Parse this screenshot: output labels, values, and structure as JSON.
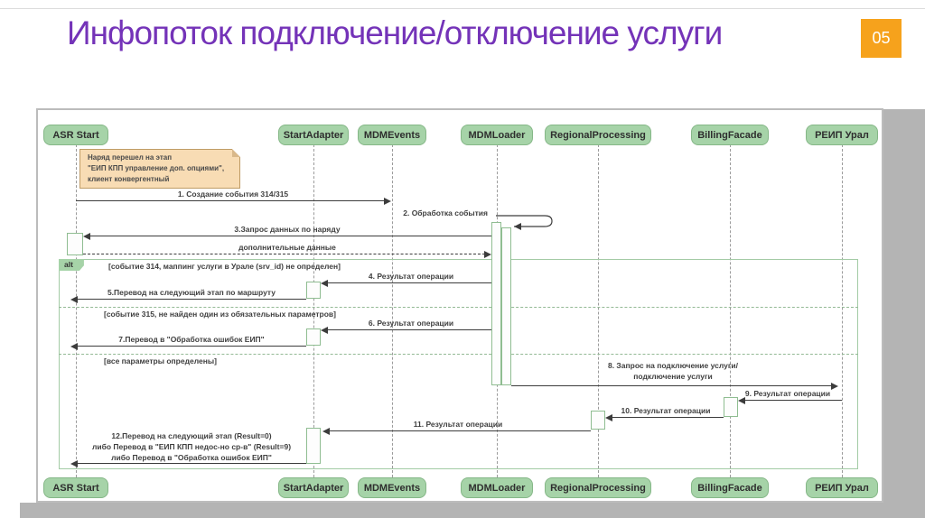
{
  "slide": {
    "title": "Инфопоток подключение/отключение услуги",
    "page_number": "05"
  },
  "colors": {
    "title_text": "#7433b8",
    "badge_background": "#f6a21c",
    "participant_fill": "#a6d3a8",
    "note_fill": "#f8dcb4",
    "arrow": "#3c3c3c",
    "surround_gray": "#b4b4b4"
  },
  "diagram": {
    "participants": [
      {
        "id": "asr",
        "label": "ASR Start"
      },
      {
        "id": "sa",
        "label": "StartAdapter"
      },
      {
        "id": "mdme",
        "label": "MDMEvents"
      },
      {
        "id": "mdml",
        "label": "MDMLoader"
      },
      {
        "id": "rp",
        "label": "RegionalProcessing"
      },
      {
        "id": "bf",
        "label": "BillingFacade"
      },
      {
        "id": "reip",
        "label": "РЕИП Урал"
      }
    ],
    "note": {
      "lines": [
        "Наряд перешел на этап",
        "\"ЕИП КПП управление доп. опциями\",",
        "клиент конвергентный"
      ]
    },
    "fragment": {
      "operator": "alt",
      "guards": [
        "[событие 314, маппинг услуги в Урале (srv_id) не определен]",
        "[событие 315, не найден один из обязательных параметров]",
        "[все параметры определены]"
      ]
    },
    "messages": [
      {
        "num": "1",
        "lines": [
          "1. Создание события 314/315"
        ],
        "from": "ASR Start",
        "to": "MDMEvents",
        "kind": "solid"
      },
      {
        "num": "2",
        "lines": [
          "2. Обработка события"
        ],
        "from": "MDMLoader",
        "to": "MDMLoader",
        "kind": "self"
      },
      {
        "num": "3",
        "lines": [
          "3.Запрос данных по наряду"
        ],
        "from": "MDMLoader",
        "to": "ASR Start",
        "kind": "solid"
      },
      {
        "num": "",
        "lines": [
          "дополнительные данные"
        ],
        "from": "ASR Start",
        "to": "MDMLoader",
        "kind": "dashed"
      },
      {
        "num": "4",
        "lines": [
          "4. Результат операции"
        ],
        "from": "MDMLoader",
        "to": "StartAdapter",
        "kind": "solid"
      },
      {
        "num": "5",
        "lines": [
          "5.Перевод на следующий этап по маршруту"
        ],
        "from": "StartAdapter",
        "to": "ASR Start",
        "kind": "solid"
      },
      {
        "num": "6",
        "lines": [
          "6. Результат операции"
        ],
        "from": "MDMLoader",
        "to": "StartAdapter",
        "kind": "solid"
      },
      {
        "num": "7",
        "lines": [
          "7.Перевод в  \"Обработка ошибок ЕИП\""
        ],
        "from": "StartAdapter",
        "to": "ASR Start",
        "kind": "solid"
      },
      {
        "num": "8",
        "lines": [
          "8. Запрос на подключение услуги/",
          "подключение услуги"
        ],
        "from": "MDMLoader",
        "to": "РЕИП Урал",
        "kind": "solid"
      },
      {
        "num": "9",
        "lines": [
          "9. Результат операции"
        ],
        "from": "РЕИП Урал",
        "to": "BillingFacade",
        "kind": "solid"
      },
      {
        "num": "10",
        "lines": [
          "10. Результат операции"
        ],
        "from": "BillingFacade",
        "to": "RegionalProcessing",
        "kind": "solid"
      },
      {
        "num": "11",
        "lines": [
          "11. Результат операции"
        ],
        "from": "RegionalProcessing",
        "to": "StartAdapter",
        "kind": "solid"
      },
      {
        "num": "12",
        "lines": [
          "12.Перевод на следующий этап (Result=0)",
          "либо Перевод в \"ЕИП КПП недос-но ср-в\" (Result=9)",
          "либо Перевод в  \"Обработка ошибок ЕИП\""
        ],
        "from": "StartAdapter",
        "to": "ASR Start",
        "kind": "solid"
      }
    ]
  }
}
